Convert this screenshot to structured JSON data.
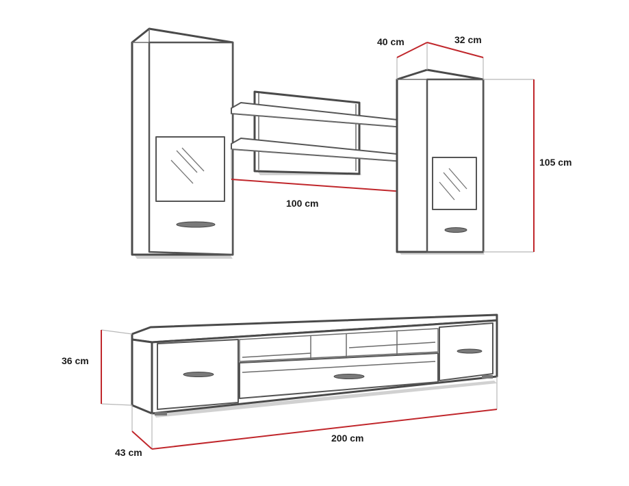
{
  "dimensions": {
    "shelf_width": "100 cm",
    "cabinet_depth_left": "40 cm",
    "cabinet_width_top": "32 cm",
    "cabinet_height": "105 cm",
    "tv_stand_height": "36 cm",
    "tv_stand_depth": "43 cm",
    "tv_stand_width": "200 cm"
  },
  "colors": {
    "dimension_line": "#c0262b",
    "outline": "#4a4a4a"
  }
}
